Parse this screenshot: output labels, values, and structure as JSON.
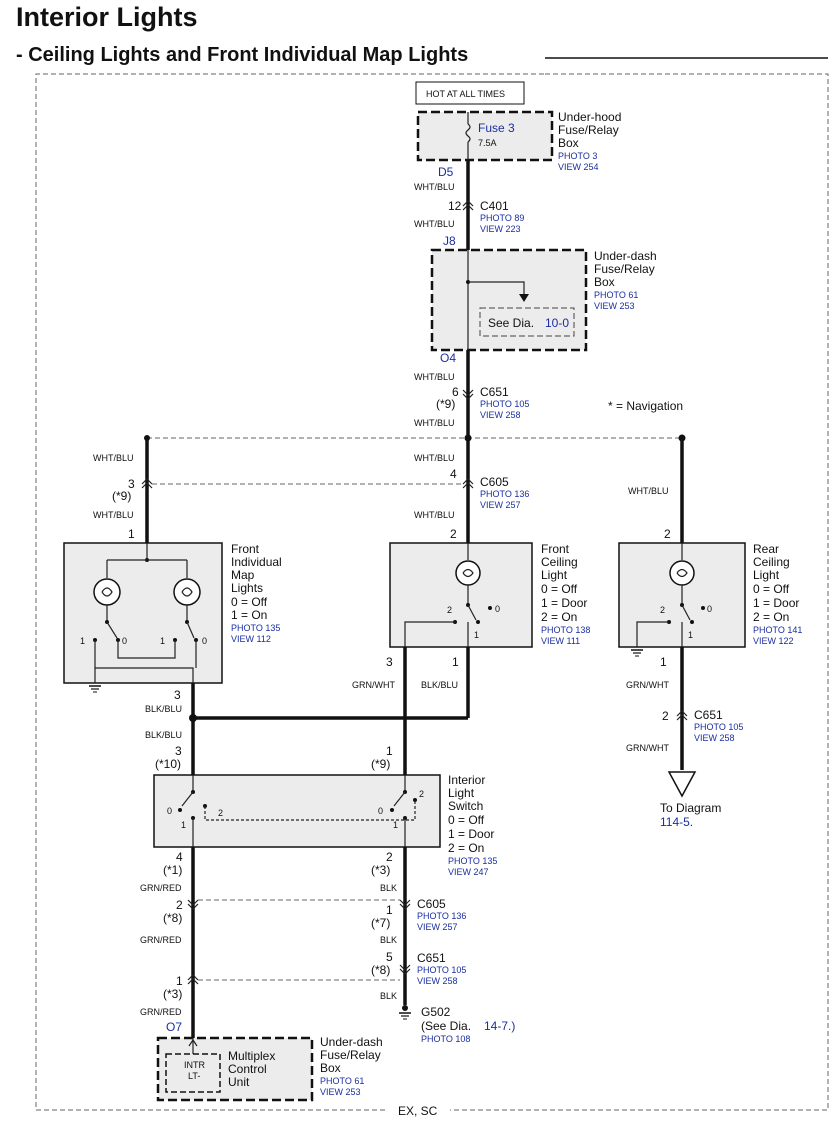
{
  "title": "Interior Lights",
  "subtitle": "- Ceiling Lights and Front Individual Map Lights",
  "footer_label": "EX, SC",
  "hot_label": "HOT AT ALL TIMES",
  "navigation_note": "* = Navigation",
  "underhood_box": {
    "name_1": "Under-hood",
    "name_2": "Fuse/Relay",
    "name_3": "Box",
    "photo": "PHOTO 3",
    "view": "VIEW 254",
    "fuse": "Fuse 3",
    "rating": "7.5A",
    "terminal": "D5"
  },
  "underdash_top": {
    "name_1": "Under-dash",
    "name_2": "Fuse/Relay",
    "name_3": "Box",
    "photo": "PHOTO 61",
    "view": "VIEW 253",
    "see_dia": "See Dia.",
    "see_dia_link": "10-0",
    "terminal_in": "J8",
    "terminal_out": "O4"
  },
  "c401": {
    "name": "C401",
    "pin": "12",
    "photo": "PHOTO 89",
    "view": "VIEW 223"
  },
  "c651_top": {
    "name": "C651",
    "pin": "6",
    "note": "(*9)",
    "photo": "PHOTO 105",
    "view": "VIEW 258"
  },
  "c605_top": {
    "name": "C605",
    "pin_center": "4",
    "pin_left": "3",
    "note_left": "(*9)",
    "photo": "PHOTO 136",
    "view": "VIEW 257"
  },
  "wires": {
    "wht_blu": "WHT/BLU",
    "blk_blu": "BLK/BLU",
    "grn_wht": "GRN/WHT",
    "grn_red": "GRN/RED",
    "blk": "BLK"
  },
  "map_lights": {
    "name_1": "Front",
    "name_2": "Individual",
    "name_3": "Map",
    "name_4": "Lights",
    "state_0": "0 = Off",
    "state_1": "1 = On",
    "photo": "PHOTO 135",
    "view": "VIEW 112",
    "pin_top": "1",
    "pin_bottom": "3",
    "sw_a": "1",
    "sw_b": "0",
    "sw_c": "1",
    "sw_d": "0"
  },
  "front_ceiling": {
    "name_1": "Front",
    "name_2": "Ceiling",
    "name_3": "Light",
    "state_0": "0 = Off",
    "state_1": "1 = Door",
    "state_2": "2 = On",
    "photo": "PHOTO 138",
    "view": "VIEW 111",
    "pin_top": "2",
    "pin_left": "3",
    "pin_right": "1",
    "sw_a": "2",
    "sw_b": "0",
    "sw_c": "1"
  },
  "rear_ceiling": {
    "name_1": "Rear",
    "name_2": "Ceiling",
    "name_3": "Light",
    "state_0": "0 = Off",
    "state_1": "1 = Door",
    "state_2": "2 = On",
    "photo": "PHOTO 141",
    "view": "VIEW 122",
    "pin_top": "2",
    "pin_bottom": "1",
    "sw_a": "2",
    "sw_b": "0",
    "sw_c": "1"
  },
  "c651_rear": {
    "name": "C651",
    "pin": "2",
    "photo": "PHOTO 105",
    "view": "VIEW 258"
  },
  "to_diagram": {
    "label": "To Diagram",
    "link": "114-5."
  },
  "interior_switch": {
    "name_1": "Interior",
    "name_2": "Light",
    "name_3": "Switch",
    "state_0": "0 = Off",
    "state_1": "1 = Door",
    "state_2": "2 = On",
    "photo": "PHOTO 135",
    "view": "VIEW 247",
    "pin_tl": "3",
    "note_tl": "(*10)",
    "pin_tr": "1",
    "note_tr": "(*9)",
    "pin_bl": "4",
    "note_bl": "(*1)",
    "pin_br": "2",
    "note_br": "(*3)",
    "sw_l0": "0",
    "sw_l1": "1",
    "sw_l2": "2",
    "sw_r0": "0",
    "sw_r1": "1",
    "sw_r2": "2"
  },
  "c605_bottom": {
    "name": "C605",
    "pin_left": "2",
    "note_left": "(*8)",
    "pin_right": "1",
    "note_right": "(*7)",
    "photo": "PHOTO 136",
    "view": "VIEW 257"
  },
  "c651_bottom": {
    "name": "C651",
    "pin_left": "1",
    "note_left": "(*3)",
    "pin_right": "5",
    "note_right": "(*8)",
    "photo": "PHOTO 105",
    "view": "VIEW 258"
  },
  "g502": {
    "name": "G502",
    "see_dia": "(See Dia.",
    "link": "14-7.)",
    "photo": "PHOTO 108"
  },
  "multiplex": {
    "terminal": "O7",
    "unit_1": "Multiplex",
    "unit_2": "Control",
    "unit_3": "Unit",
    "pin_1": "INTR",
    "pin_2": "LT-",
    "box_1": "Under-dash",
    "box_2": "Fuse/Relay",
    "box_3": "Box",
    "photo": "PHOTO 61",
    "view": "VIEW 253"
  }
}
